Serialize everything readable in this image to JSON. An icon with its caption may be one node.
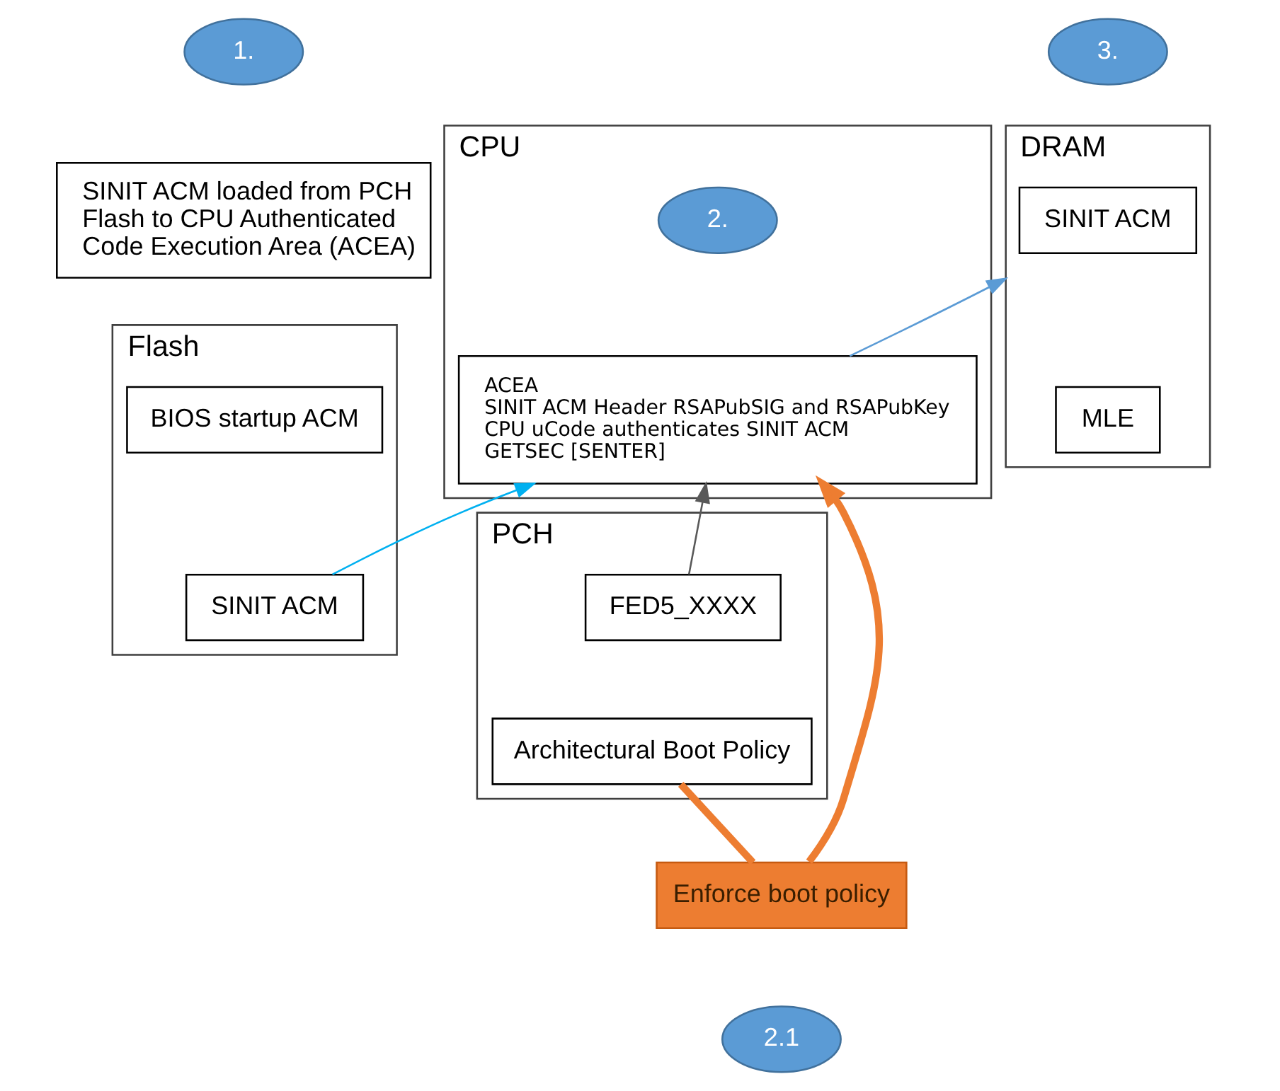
{
  "diagram": {
    "nodes": [
      {
        "text": [
          "CPU"
        ]
      },
      {
        "text": [
          "ACEA",
          "SINIT ACM Header RSAPubSIG and RSAPubKey",
          "CPU uCode authenticates SINIT ACM",
          "GETSEC [SENTER]"
        ],
        "in": 0
      },
      {
        "text": [
          "2."
        ],
        "in": 0
      },
      {
        "text": [
          "DRAM"
        ]
      },
      {
        "text": [
          "SINIT ACM"
        ],
        "in": 3
      },
      {
        "text": [
          "MLE"
        ],
        "in": 3
      },
      {
        "text": [
          "3."
        ]
      },
      {
        "text": [
          "1."
        ]
      },
      {
        "text": [
          "SINIT ACM loaded from PCH Flash to CPU Authenticated Code Execution Area (ACEA)"
        ]
      },
      {
        "text": [
          "PCH"
        ]
      },
      {
        "text": [
          "FED5_XXXX"
        ],
        "in": 9
      },
      {
        "text": [
          "Architectural Boot Policy"
        ],
        "in": 9
      },
      {
        "text": [
          "Enforce boot policy"
        ]
      },
      {
        "text": [
          "2.1"
        ]
      },
      {
        "text": [
          "Flash"
        ]
      },
      {
        "text": [
          "BIOS startup ACM"
        ],
        "in": 14
      },
      {
        "text": [
          "SINIT ACM"
        ],
        "in": 14
      }
    ],
    "edges": [
      {
        "from": 1,
        "to": 3,
        "arrow": "to",
        "color": "#5b9bd5"
      },
      {
        "from": 16,
        "to": 1,
        "arrow": "to",
        "color": "#00b0f0"
      },
      {
        "from": 12,
        "to": 1,
        "arrow": "to",
        "style": "thick",
        "color": "#ed7d31"
      },
      {
        "from": 11,
        "to": 12,
        "arrow": "none",
        "style": "thick",
        "color": "#ed7d31"
      },
      {
        "from": 10,
        "to": 1,
        "arrow": "to",
        "color": "#595959"
      }
    ]
  }
}
